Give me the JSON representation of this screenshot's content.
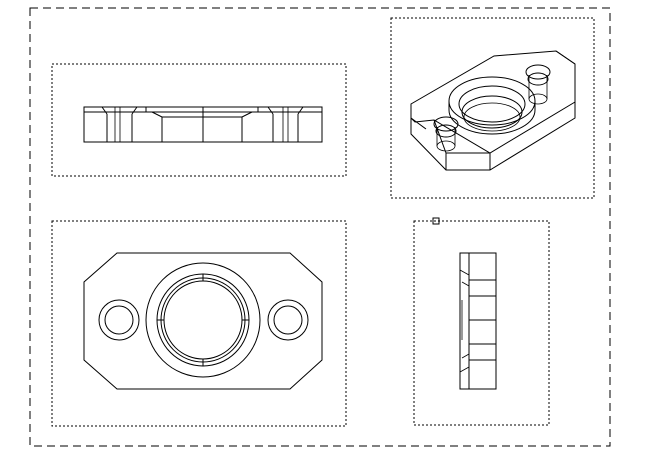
{
  "drawing": {
    "background": "#ffffff",
    "line_color": "#000000",
    "views": [
      "side-view",
      "isometric-view",
      "top-view",
      "end-view"
    ]
  }
}
